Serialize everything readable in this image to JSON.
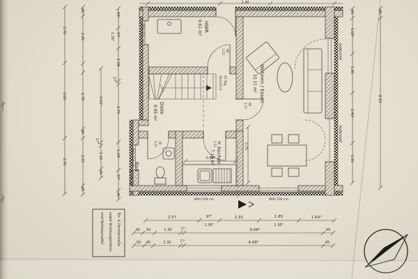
{
  "colors": {
    "paper": "#e3ded0",
    "ink": "#3a382f"
  },
  "rooms": {
    "hwr": {
      "name": "HWR",
      "area": "9.61 m²"
    },
    "wohnen": {
      "name": "Wohnen / Essen",
      "area": "32.31 m²"
    },
    "diele": {
      "name": "Diele",
      "area": "9.95 m²"
    },
    "kochen": {
      "name": "Kochen",
      "area": "7.16 m²"
    },
    "bad": {
      "name": "Bad",
      "area": "2.14 m²"
    }
  },
  "labels": {
    "brh": "BRH 104 cm",
    "bodentief": "bodentief"
  },
  "doors": {
    "d90": {
      "w": "90",
      "h": "2.21"
    },
    "d70": {
      "w": "70",
      "h": "2.21"
    }
  },
  "stairs": {
    "line1": "15 Stg",
    "line2": "19,5/23,0"
  },
  "note": {
    "line1": "Tür- & Fenstermaße",
    "line2": "sowie Brüstungshöhen",
    "line3": "sind Rohbaumaße!"
  },
  "dims": {
    "top": {
      "s1": "2.40"
    },
    "left": {
      "c1": [
        "2.70",
        "3.60",
        "2.70"
      ],
      "c2": [
        "45",
        "2.25",
        "2.70",
        "45",
        "2.25",
        "45"
      ],
      "c3": [
        "3.52⁵",
        "17⁵",
        "1.10",
        "45"
      ],
      "c4": [
        "94⁵",
        "97⁵",
        "1.36⁵",
        "1.58",
        "17⁵",
        "2.75",
        "1.34⁵",
        "97⁵",
        "45"
      ]
    },
    "bottom": {
      "r1": [
        "2.57",
        "97⁵",
        "1.36⁵",
        "1.91",
        "1.85",
        "1.36⁵",
        "1.69⁵"
      ],
      "r2": [
        "45",
        "50",
        "1.30",
        "17⁵",
        "6.68⁵",
        "45"
      ],
      "r3": [
        "50",
        "45",
        "1.30",
        "17⁵",
        "6.68⁵",
        "45"
      ]
    },
    "right": {
      "c1": [
        "45",
        "1.69⁵",
        "1.85",
        "2.40⁵",
        "1.91"
      ],
      "c2": [
        "45",
        "8.10"
      ]
    },
    "interior": {
      "living": "2.75",
      "kitchen": "2.68⁵"
    }
  }
}
